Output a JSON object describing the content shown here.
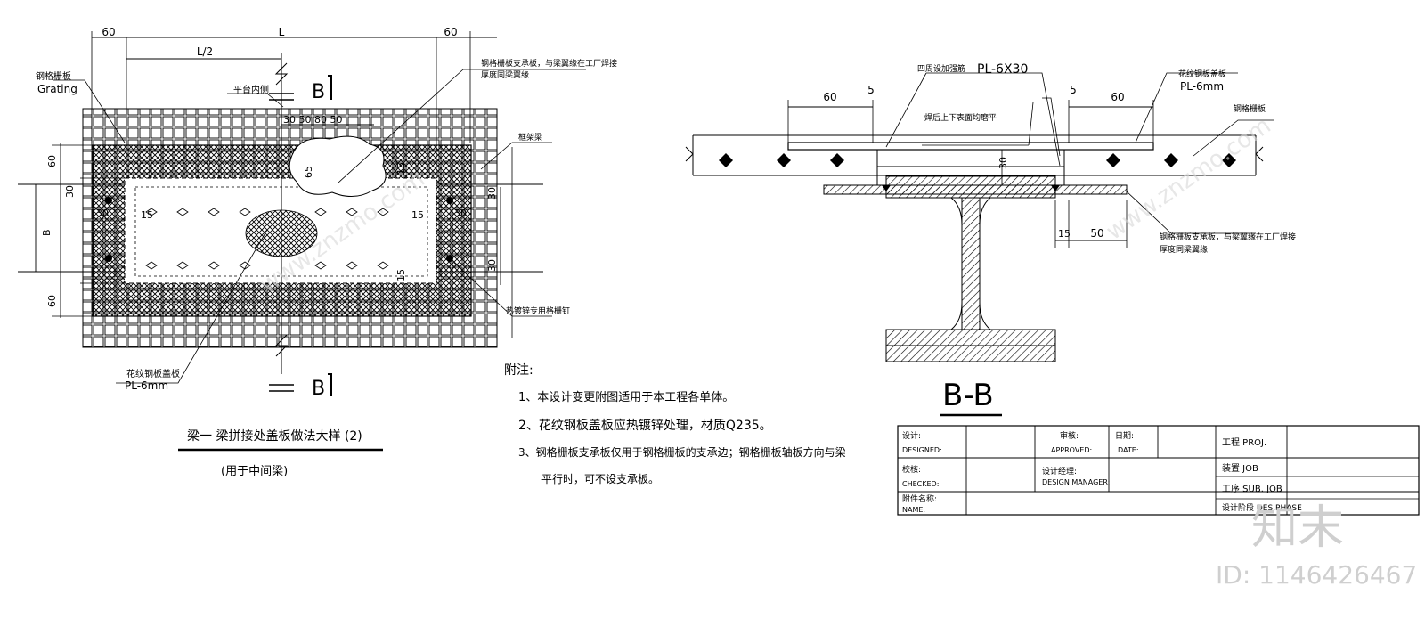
{
  "left_detail": {
    "dims": {
      "d60_left": "60",
      "d_l": "L",
      "d60_right": "60",
      "d_l_half": "L/2",
      "d30_50_80_50": "30 50 80 50",
      "d65": "65",
      "d60_v_top": "60",
      "d30_v_a": "30",
      "d30_v_b": "30",
      "d15_a": "15",
      "d15_b": "15",
      "d_b": "B",
      "d60_v_bot": "60",
      "d15_v_a": "15",
      "d15_v_b": "15",
      "d30_r_a": "30",
      "d30_r_b": "30",
      "d30_r_c": "30"
    },
    "labels": {
      "grating_cn": "钢格栅板",
      "grating_en": "Grating",
      "platform_inner": "平台内侧",
      "support_plate_line1": "钢格栅板支承板，与梁翼缘在工厂焊接",
      "support_plate_line2": "厚度同梁翼缘",
      "frame_beam": "框架梁",
      "hot_dip_bolt": "热镀锌专用格栅钉",
      "checker_plate_cn": "花纹钢板盖板",
      "checker_plate_pl": "PL-6mm",
      "section_mark_top": "B",
      "section_mark_bottom": "B"
    },
    "title": "梁一 梁拼接处盖板做法大样 (2)",
    "subtitle": "(用于中间梁)"
  },
  "notes": {
    "heading": "附注:",
    "items": [
      "1、本设计变更附图适用于本工程各单体。",
      "2、花纹钢板盖板应热镀锌处理，材质Q235。",
      "3、钢格栅板支承板仅用于钢格栅板的支承边；钢格栅板轴板方向与梁",
      "平行时，可不设支承板。"
    ]
  },
  "section_bb": {
    "weld_label": "四周设加强筋",
    "weld_pl": "PL-6X30",
    "grind_label": "焊后上下表面均磨平",
    "checker_cn": "花纹钢板盖板",
    "checker_pl": "PL-6mm",
    "grating_cn": "钢格栅板",
    "support_line1": "钢格栅板支承板，与梁翼缘在工厂焊接",
    "support_line2": "厚度同梁翼缘",
    "dims": {
      "d60_left": "60",
      "d5_left": "5",
      "d5_right": "5",
      "d60_right": "60",
      "d30": "30",
      "d15": "15",
      "d50": "50"
    },
    "title": "B-B"
  },
  "title_block": {
    "designed_cn": "设计:",
    "designed_en": "DESIGNED:",
    "approved_cn": "审核:",
    "approved_en": "APPROVED:",
    "date_cn": "日期:",
    "date_en": "DATE:",
    "proj": "工程 PROJ.",
    "checked_cn": "校核:",
    "checked_en": "CHECKED:",
    "manager_cn": "设计经理:",
    "manager_en": "DESIGN MANAGER:",
    "job": "装置 JOB",
    "subjob": "工序 SUB. JOB",
    "name_cn": "附件名称:",
    "name_en": "NAME:",
    "phase": "设计阶段 DES.PHASE"
  },
  "watermark": {
    "logo": "知末",
    "id_text": "ID: 1146426467",
    "diag_text": "www.znzmo.com"
  }
}
